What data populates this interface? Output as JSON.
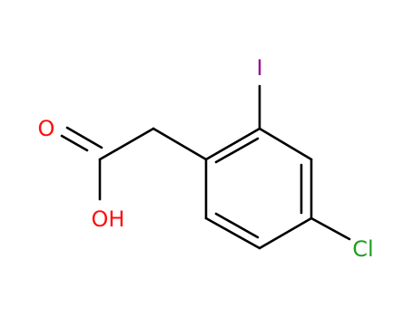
{
  "molecule": {
    "labels": {
      "oxygen_carbonyl": "O",
      "hydroxyl": "OH",
      "iodine": "I",
      "chlorine": "Cl"
    },
    "colors": {
      "bond": "#000000",
      "oxygen": "#ff0d0d",
      "iodine": "#940094",
      "chlorine": "#1f9f1f"
    }
  }
}
